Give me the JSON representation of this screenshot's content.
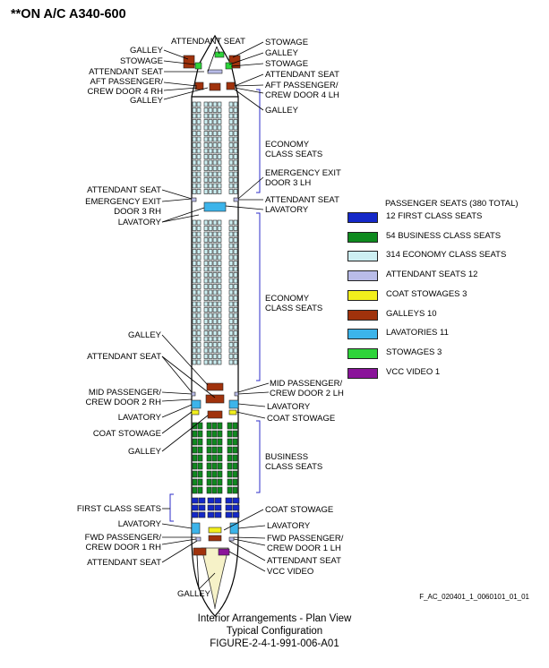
{
  "header": "**ON A/C A340-600",
  "colors": {
    "first": "#1428c8",
    "business": "#0e8a1e",
    "economy": "#cdeff2",
    "attendant": "#b9bce8",
    "coat": "#f2ef1c",
    "galley": "#a0320c",
    "lavatory": "#3cb4ea",
    "stowage": "#2ed43a",
    "vcc": "#8a149a",
    "bracket": "#2c2cc8"
  },
  "legend": {
    "title": "PASSENGER SEATS (380 TOTAL)",
    "items": [
      {
        "label": "12 FIRST CLASS SEATS",
        "color": "#1428c8"
      },
      {
        "label": "54 BUSINESS CLASS SEATS",
        "color": "#0e8a1e"
      },
      {
        "label": "314 ECONOMY CLASS SEATS",
        "color": "#cdeff2"
      },
      {
        "label": "ATTENDANT SEATS 12",
        "color": "#b9bce8"
      },
      {
        "label": "COAT STOWAGES 3",
        "color": "#f2ef1c"
      },
      {
        "label": "GALLEYS 10",
        "color": "#a0320c"
      },
      {
        "label": "LAVATORIES 11",
        "color": "#3cb4ea"
      },
      {
        "label": "STOWAGES 3",
        "color": "#2ed43a"
      },
      {
        "label": "VCC VIDEO 1",
        "color": "#8a149a"
      }
    ]
  },
  "labels": {
    "galley_tl": "GALLEY",
    "stowage_tl": "STOWAGE",
    "attendant_seat_top": "ATTENDANT SEAT",
    "attendant_seat_l1": "ATTENDANT SEAT",
    "aft_door_rh": "AFT PASSENGER/\nCREW DOOR 4 RH",
    "galley_l1": "GALLEY",
    "stowage_tr": "STOWAGE",
    "galley_tr": "GALLEY",
    "stowage_tr2": "STOWAGE",
    "attendant_seat_r1": "ATTENDANT SEAT",
    "aft_door_lh": "AFT PASSENGER/\nCREW DOOR 4 LH",
    "galley_r1": "GALLEY",
    "economy_1": "ECONOMY\nCLASS SEATS",
    "emergency_lh": "EMERGENCY EXIT\nDOOR 3 LH",
    "attendant_seat_l2": "ATTENDANT SEAT",
    "emergency_rh": "EMERGENCY EXIT\nDOOR 3 RH",
    "lavatory_l1": "LAVATORY",
    "attendant_seat_r2": "ATTENDANT SEAT",
    "lavatory_r1": "LAVATORY",
    "economy_2": "ECONOMY\nCLASS SEATS",
    "galley_l2": "GALLEY",
    "attendant_seat_l3": "ATTENDANT SEAT",
    "mid_door_rh": "MID PASSENGER/\nCREW DOOR 2 RH",
    "lavatory_l2": "LAVATORY",
    "coat_stowage_l": "COAT STOWAGE",
    "galley_l3": "GALLEY",
    "mid_door_lh": "MID PASSENGER/\nCREW DOOR 2 LH",
    "lavatory_r2": "LAVATORY",
    "coat_stowage_r1": "COAT STOWAGE",
    "business": "BUSINESS\nCLASS SEATS",
    "first_class": "FIRST CLASS SEATS",
    "lavatory_l3": "LAVATORY",
    "fwd_door_rh": "FWD PASSENGER/\nCREW DOOR 1 RH",
    "attendant_seat_l4": "ATTENDANT SEAT",
    "coat_stowage_r2": "COAT STOWAGE",
    "lavatory_r3": "LAVATORY",
    "fwd_door_lh": "FWD PASSENGER/\nCREW DOOR 1 LH",
    "attendant_seat_r3": "ATTENDANT SEAT",
    "vcc_video": "VCC VIDEO",
    "galley_bottom": "GALLEY"
  },
  "figure_ref": "F_AC_020401_1_0060101_01_01",
  "caption": {
    "line1": "Interior Arrangements - Plan View",
    "line2": "Typical Configuration",
    "line3": "FIGURE-2-4-1-991-006-A01"
  }
}
